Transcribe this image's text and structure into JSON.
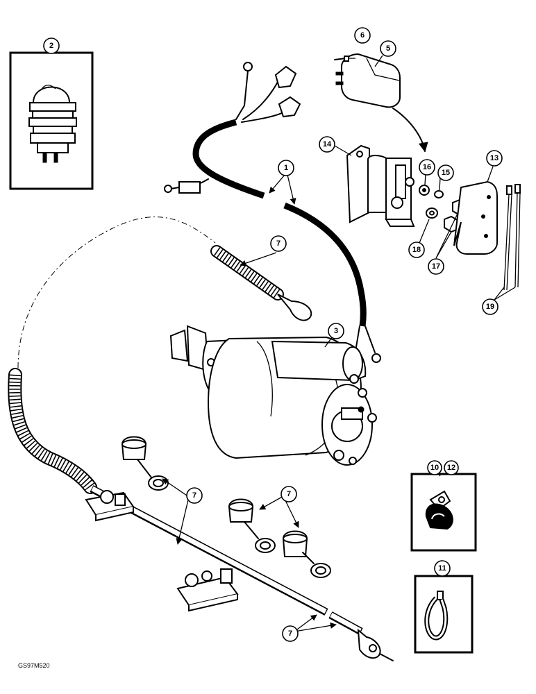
{
  "callouts": {
    "c1": "1",
    "c2": "2",
    "c3": "3",
    "c5": "5",
    "c6": "6",
    "c7a": "7",
    "c7b": "7",
    "c7c": "7",
    "c7d": "7",
    "c10": "10",
    "c12": "12",
    "c11": "11",
    "c13": "13",
    "c14": "14",
    "c15": "15",
    "c16": "16",
    "c17": "17",
    "c18": "18",
    "c19": "19"
  },
  "figure_ref": "GS97M520"
}
